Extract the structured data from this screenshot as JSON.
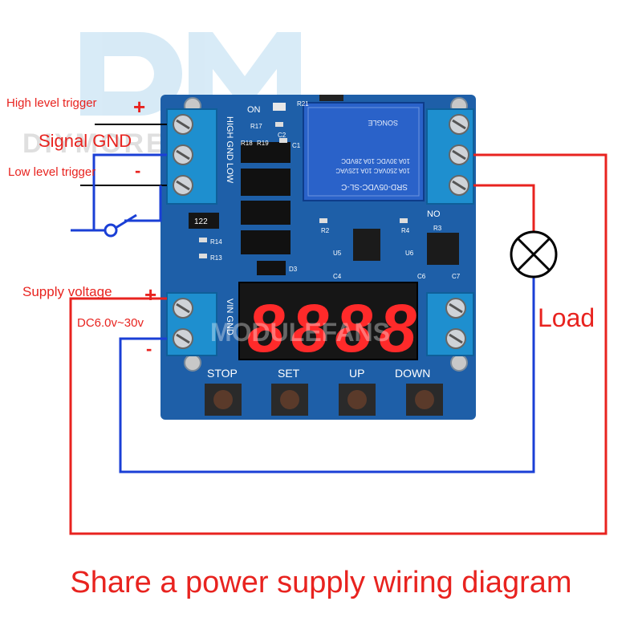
{
  "watermark": {
    "logo": "DM",
    "brand": "DIYMORE",
    "overlay": "MODULEFANS"
  },
  "board": {
    "trigger_terminal_marking": "HIGH GND LOW",
    "power_terminal_marking": "VIN GND",
    "on_led_label": "ON",
    "relay": {
      "model": "SRD-05VDC-SL-C",
      "ratings": [
        "10A 250VAC  10A 125VAC",
        "10A 30VDC  10A 28VDC"
      ],
      "brand": "SONGLE",
      "no_label": "NO"
    },
    "display_digits": "8888",
    "component_labels": [
      "R21",
      "R17",
      "R18",
      "R19",
      "C2",
      "C1",
      "R2",
      "R4",
      "R3",
      "U5",
      "U6",
      "C6",
      "C7",
      "C4",
      "R14",
      "R13",
      "D3",
      "122"
    ],
    "buttons": [
      "STOP",
      "SET",
      "UP",
      "DOWN"
    ]
  },
  "labels": {
    "high_trigger": "High level trigger",
    "high_trigger_sign": "+",
    "signal_gnd": "Signal GND",
    "low_trigger": "Low level trigger",
    "low_trigger_sign": "-",
    "supply_voltage": "Supply voltage",
    "supply_plus": "+",
    "dc_range": "DC6.0v~30v",
    "supply_minus": "-",
    "load": "Load"
  },
  "caption": "Share a power supply wiring diagram",
  "colors": {
    "wire_red": "#e8231f",
    "wire_blue": "#1a3fd6",
    "wire_black": "#000000",
    "board": "#1e5fa8",
    "terminal": "#1e8fcf"
  }
}
